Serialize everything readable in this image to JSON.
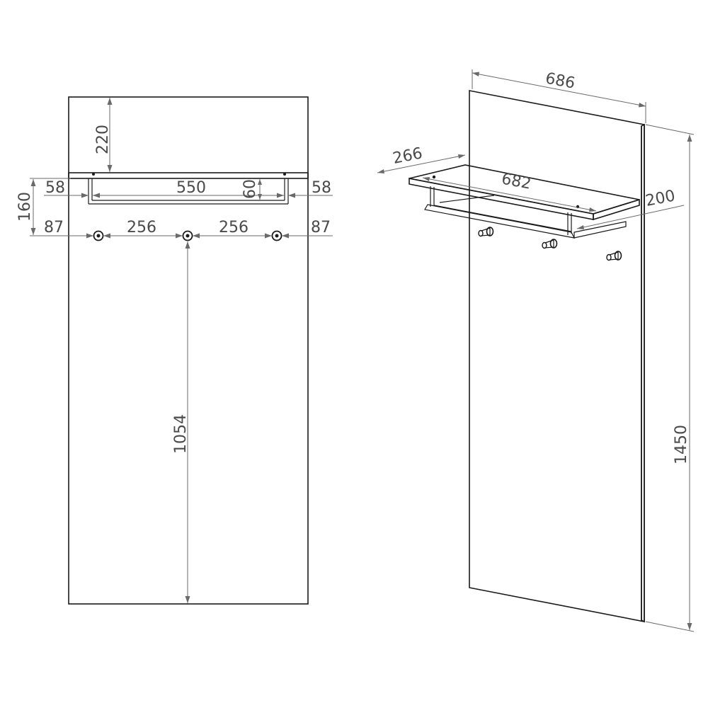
{
  "front_view": {
    "shelf_top_gap": "220",
    "hook_height": "160",
    "left_side_offset": "58",
    "rail_width": "550",
    "rail_drop": "60",
    "right_side_offset": "58",
    "hook_left_offset": "87",
    "hook_spacing_1": "256",
    "hook_spacing_2": "256",
    "hook_right_offset": "87",
    "hook_to_bottom": "1054"
  },
  "perspective_view": {
    "panel_width": "686",
    "shelf_depth": "266",
    "shelf_width": "682",
    "rail_depth": "200",
    "panel_height": "1450"
  },
  "colors": {
    "outline": "#1a1a1a",
    "dimension": "#6a6a6a",
    "text": "#4a4a4a"
  }
}
